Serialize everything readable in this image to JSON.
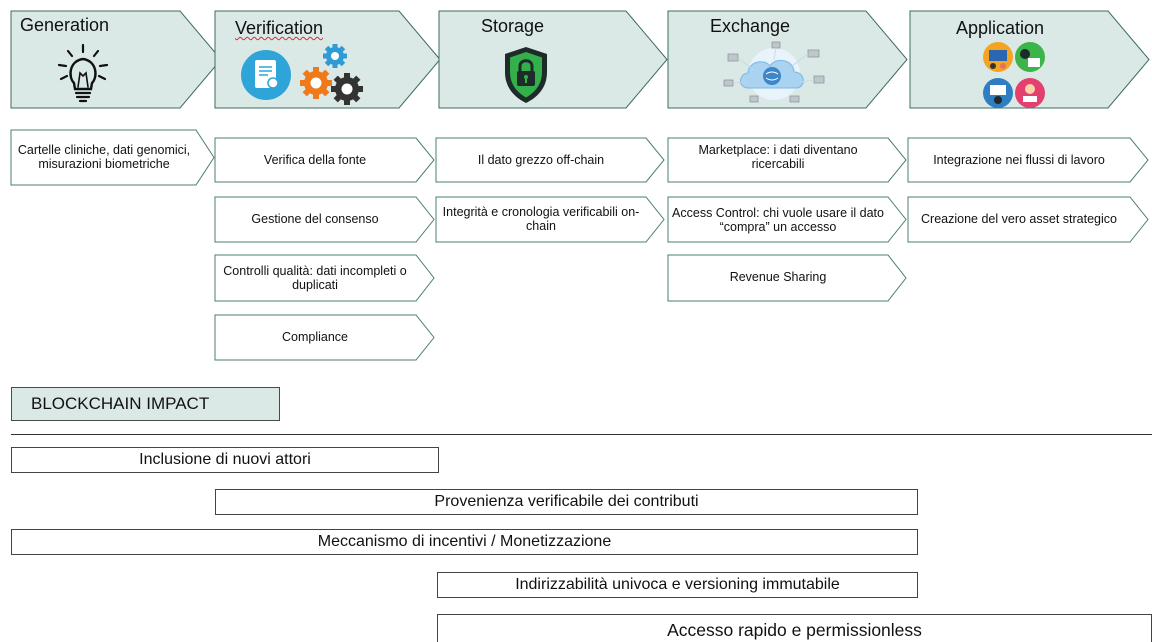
{
  "stages": [
    {
      "title": "Generation",
      "icon": "lightbulb-icon",
      "items": [
        "Cartelle cliniche, dati genomici, misurazioni biometriche"
      ]
    },
    {
      "title": "Verification",
      "icon": "certificate-gears-icon",
      "items": [
        "Verifica della fonte",
        "Gestione del consenso",
        "Controlli qualità: dati incompleti o duplicati",
        "Compliance"
      ]
    },
    {
      "title": "Storage",
      "icon": "shield-lock-icon",
      "items": [
        "Il dato grezzo off-chain",
        "Integrità e cronologia verificabili on-chain"
      ]
    },
    {
      "title": "Exchange",
      "icon": "cloud-network-icon",
      "items": [
        "Marketplace: i dati diventano ricercabili",
        "Access Control: chi vuole usare il dato “compra” un accesso",
        "Revenue Sharing"
      ]
    },
    {
      "title": "Application",
      "icon": "team-meeting-icon",
      "items": [
        "Integrazione nei flussi di lavoro",
        "Creazione del vero asset strategico"
      ]
    }
  ],
  "impact": {
    "label": "BLOCKCHAIN IMPACT",
    "bars": [
      "Inclusione di nuovi attori",
      "Provenienza verificabile dei contributi",
      "Meccanismo di incentivi / Monetizzazione",
      "Indirizzabilità univoca e versioning immutabile",
      "Accesso rapido e permissionless"
    ]
  },
  "colors": {
    "stage_fill": "#dbe9e6",
    "stage_stroke": "#3c6b62",
    "box_stroke": "#4a7d73"
  }
}
